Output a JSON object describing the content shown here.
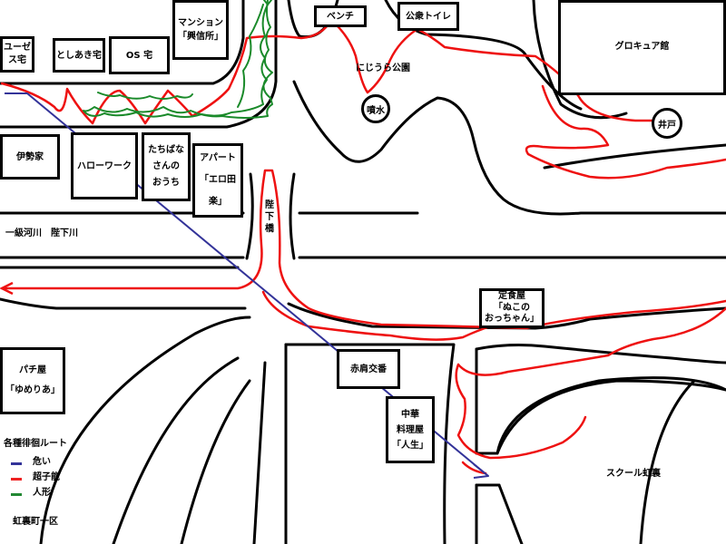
{
  "buildings": {
    "yuzeki": [
      "ユーゼ",
      "ス宅"
    ],
    "toshiaki": "としあき宅",
    "os": "OS 宅",
    "mansion": [
      "マンション",
      "「興信所」"
    ],
    "isejia": "伊勢家",
    "hellowork": "ハローワーク",
    "tachibana": [
      "たちばな",
      "さんの",
      "おうち"
    ],
    "apart": [
      "アパート",
      "「エロ田楽」"
    ],
    "teishoku": [
      "定食屋",
      "「ぬこの",
      "おっちゃん」"
    ],
    "pachi": [
      "パチ屋",
      "「ゆめりあ」"
    ],
    "koban": "赤肩交番",
    "chuka": [
      "中華",
      "料理屋",
      "「人生」"
    ],
    "bench": "ベンチ",
    "toilet": "公衆トイレ",
    "glocure": "グロキュア館"
  },
  "places": {
    "park": "にじうら公園",
    "fountain": "噴水",
    "well": "井戸",
    "river": "一級河川　陛下川",
    "bridge": [
      "陛",
      "下",
      "橋"
    ],
    "school": "スクール虹裏",
    "district": "虹裏町一区"
  },
  "legend": {
    "title": "各種徘徊ルート",
    "items": [
      {
        "label": "危い",
        "color": "#333399"
      },
      {
        "label": "超子能",
        "color": "#ee2222"
      },
      {
        "label": "人形",
        "color": "#228833"
      }
    ]
  }
}
